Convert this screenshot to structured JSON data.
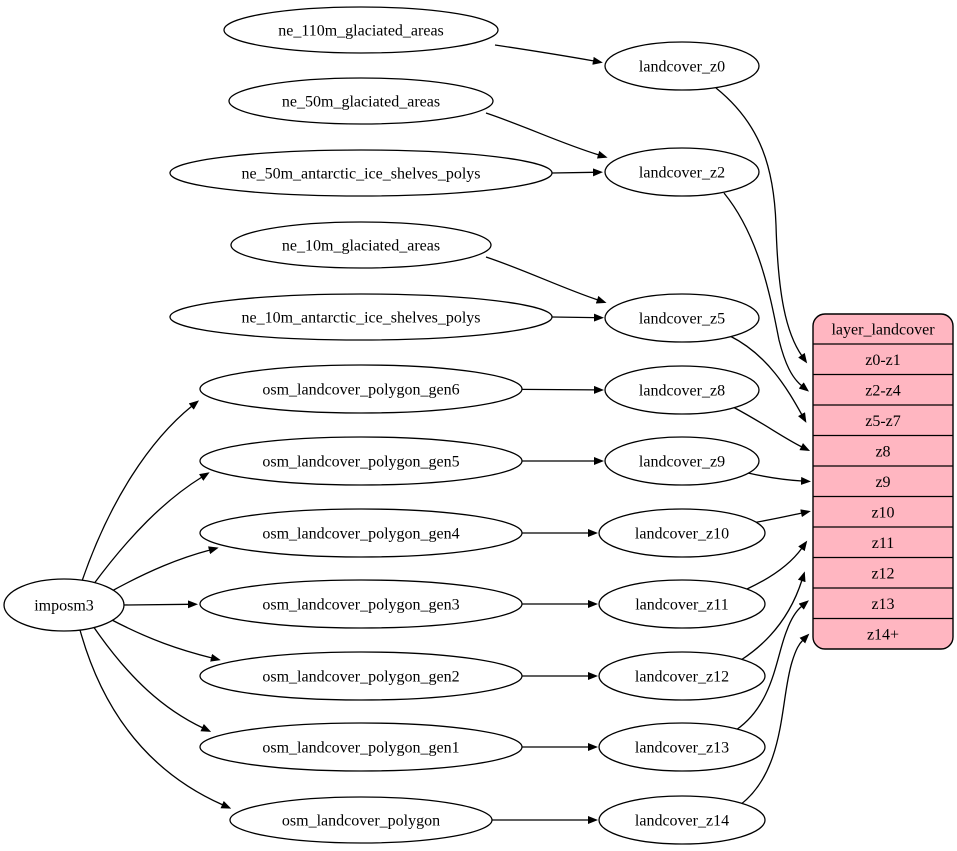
{
  "colors": {
    "background": "#ffffff",
    "node_fill": "#ffffff",
    "stroke": "#000000",
    "table_fill": "#ffb6c1"
  },
  "nodes": {
    "imposm3": "imposm3",
    "ne_110m_glaciated_areas": "ne_110m_glaciated_areas",
    "ne_50m_glaciated_areas": "ne_50m_glaciated_areas",
    "ne_50m_antarctic_ice_shelves_polys": "ne_50m_antarctic_ice_shelves_polys",
    "ne_10m_glaciated_areas": "ne_10m_glaciated_areas",
    "ne_10m_antarctic_ice_shelves_polys": "ne_10m_antarctic_ice_shelves_polys",
    "osm_landcover_polygon_gen6": "osm_landcover_polygon_gen6",
    "osm_landcover_polygon_gen5": "osm_landcover_polygon_gen5",
    "osm_landcover_polygon_gen4": "osm_landcover_polygon_gen4",
    "osm_landcover_polygon_gen3": "osm_landcover_polygon_gen3",
    "osm_landcover_polygon_gen2": "osm_landcover_polygon_gen2",
    "osm_landcover_polygon_gen1": "osm_landcover_polygon_gen1",
    "osm_landcover_polygon": "osm_landcover_polygon",
    "landcover_z0": "landcover_z0",
    "landcover_z2": "landcover_z2",
    "landcover_z5": "landcover_z5",
    "landcover_z8": "landcover_z8",
    "landcover_z9": "landcover_z9",
    "landcover_z10": "landcover_z10",
    "landcover_z11": "landcover_z11",
    "landcover_z12": "landcover_z12",
    "landcover_z13": "landcover_z13",
    "landcover_z14": "landcover_z14"
  },
  "table": {
    "title": "layer_landcover",
    "rows": [
      "z0-z1",
      "z2-z4",
      "z5-z7",
      "z8",
      "z9",
      "z10",
      "z11",
      "z12",
      "z13",
      "z14+"
    ]
  },
  "edges": [
    {
      "from": "ne_110m_glaciated_areas",
      "to": "landcover_z0"
    },
    {
      "from": "ne_50m_glaciated_areas",
      "to": "landcover_z2"
    },
    {
      "from": "ne_50m_antarctic_ice_shelves_polys",
      "to": "landcover_z2"
    },
    {
      "from": "ne_10m_glaciated_areas",
      "to": "landcover_z5"
    },
    {
      "from": "ne_10m_antarctic_ice_shelves_polys",
      "to": "landcover_z5"
    },
    {
      "from": "osm_landcover_polygon_gen6",
      "to": "landcover_z8"
    },
    {
      "from": "osm_landcover_polygon_gen5",
      "to": "landcover_z9"
    },
    {
      "from": "osm_landcover_polygon_gen4",
      "to": "landcover_z10"
    },
    {
      "from": "osm_landcover_polygon_gen3",
      "to": "landcover_z11"
    },
    {
      "from": "osm_landcover_polygon_gen2",
      "to": "landcover_z12"
    },
    {
      "from": "osm_landcover_polygon_gen1",
      "to": "landcover_z13"
    },
    {
      "from": "osm_landcover_polygon",
      "to": "landcover_z14"
    },
    {
      "from": "imposm3",
      "to": "osm_landcover_polygon_gen6"
    },
    {
      "from": "imposm3",
      "to": "osm_landcover_polygon_gen5"
    },
    {
      "from": "imposm3",
      "to": "osm_landcover_polygon_gen4"
    },
    {
      "from": "imposm3",
      "to": "osm_landcover_polygon_gen3"
    },
    {
      "from": "imposm3",
      "to": "osm_landcover_polygon_gen2"
    },
    {
      "from": "imposm3",
      "to": "osm_landcover_polygon_gen1"
    },
    {
      "from": "imposm3",
      "to": "osm_landcover_polygon"
    },
    {
      "from": "landcover_z0",
      "to": "layer_landcover.z0-z1"
    },
    {
      "from": "landcover_z2",
      "to": "layer_landcover.z2-z4"
    },
    {
      "from": "landcover_z5",
      "to": "layer_landcover.z5-z7"
    },
    {
      "from": "landcover_z8",
      "to": "layer_landcover.z8"
    },
    {
      "from": "landcover_z9",
      "to": "layer_landcover.z9"
    },
    {
      "from": "landcover_z10",
      "to": "layer_landcover.z10"
    },
    {
      "from": "landcover_z11",
      "to": "layer_landcover.z11"
    },
    {
      "from": "landcover_z12",
      "to": "layer_landcover.z12"
    },
    {
      "from": "landcover_z13",
      "to": "layer_landcover.z13"
    },
    {
      "from": "landcover_z14",
      "to": "layer_landcover.z14+"
    }
  ]
}
